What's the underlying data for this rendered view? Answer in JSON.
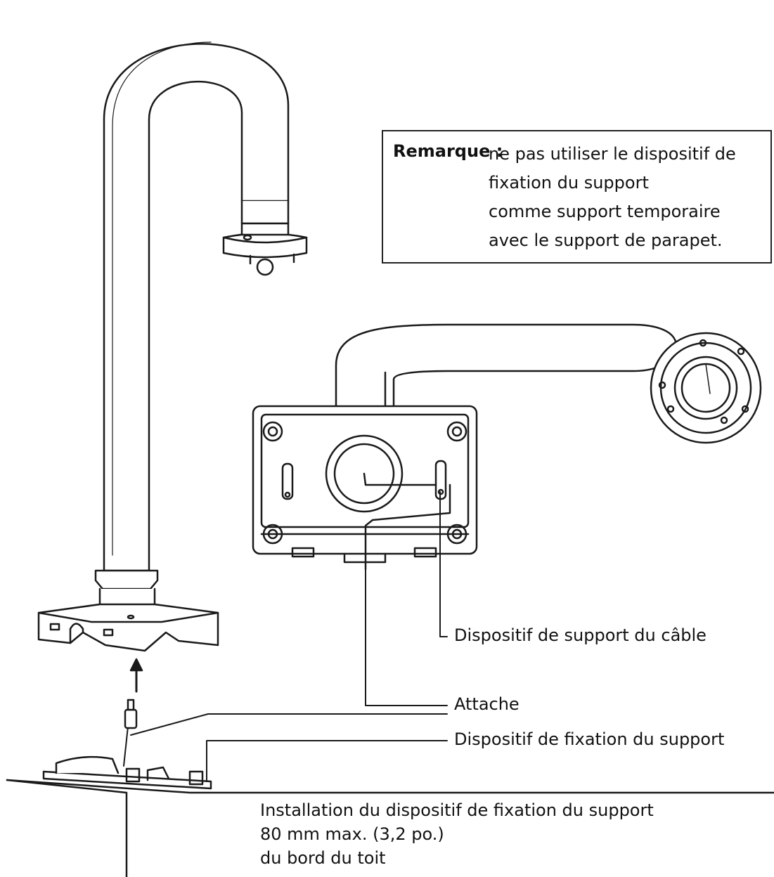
{
  "note": {
    "label": "Remarque :",
    "lines": [
      "ne pas utiliser le dispositif de",
      "fixation du support",
      "comme support temporaire",
      "avec le support de parapet."
    ]
  },
  "callouts": {
    "cable_support": "Dispositif de support du câble",
    "attache": "Attache",
    "mount_fixing": "Dispositif de fixation du support"
  },
  "installation": {
    "lines": [
      "Installation du dispositif de fixation du support",
      "80 mm max. (3,2 po.)",
      "du bord du toit"
    ]
  }
}
